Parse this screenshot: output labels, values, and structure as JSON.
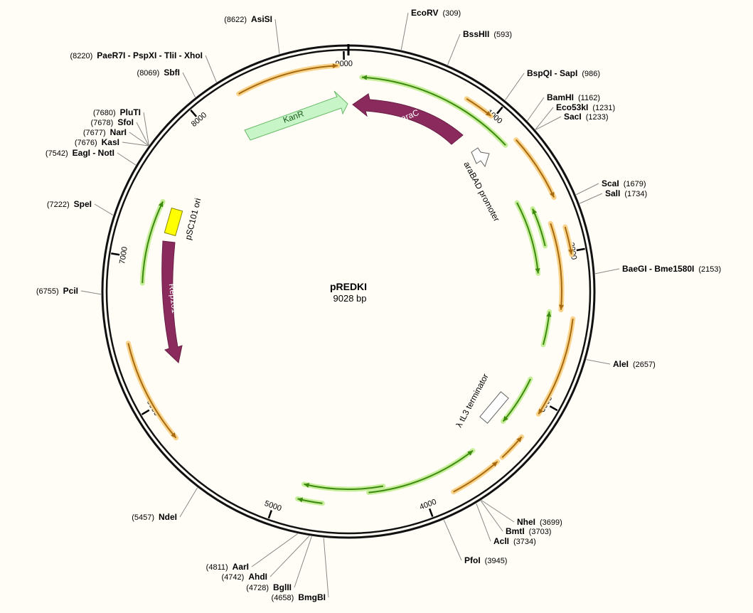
{
  "plasmid": {
    "name": "pREDKI",
    "length_label": "9028 bp",
    "length": 9028
  },
  "ticks": [
    {
      "label": "1000",
      "bp": 1000
    },
    {
      "label": "2000",
      "bp": 2000
    },
    {
      "label": "3000",
      "bp": 3000
    },
    {
      "label": "4000",
      "bp": 4000
    },
    {
      "label": "5000",
      "bp": 5000
    },
    {
      "label": "6000",
      "bp": 6000
    },
    {
      "label": "7000",
      "bp": 7000
    },
    {
      "label": "8000",
      "bp": 8000
    },
    {
      "label": "9000",
      "bp": 9000
    }
  ],
  "sites": [
    {
      "name": "EcoRV",
      "pos": "(309)",
      "bp": 309,
      "side": "right"
    },
    {
      "name": "BssHII",
      "pos": "(593)",
      "bp": 593,
      "side": "right"
    },
    {
      "name": "BspQI - SapI",
      "pos": "(986)",
      "bp": 986,
      "side": "right"
    },
    {
      "name": "BamHI",
      "pos": "(1162)",
      "bp": 1162,
      "side": "right"
    },
    {
      "name": "Eco53kI",
      "pos": "(1231)",
      "bp": 1231,
      "side": "right"
    },
    {
      "name": "SacI",
      "pos": "(1233)",
      "bp": 1233,
      "side": "right"
    },
    {
      "name": "ScaI",
      "pos": "(1679)",
      "bp": 1679,
      "side": "right"
    },
    {
      "name": "SalI",
      "pos": "(1734)",
      "bp": 1734,
      "side": "right"
    },
    {
      "name": "BaeGI - Bme1580I",
      "pos": "(2153)",
      "bp": 2153,
      "side": "right"
    },
    {
      "name": "AleI",
      "pos": "(2657)",
      "bp": 2657,
      "side": "right"
    },
    {
      "name": "NheI",
      "pos": "(3699)",
      "bp": 3699,
      "side": "right"
    },
    {
      "name": "BmtI",
      "pos": "(3703)",
      "bp": 3703,
      "side": "right"
    },
    {
      "name": "AclI",
      "pos": "(3734)",
      "bp": 3734,
      "side": "right"
    },
    {
      "name": "PfoI",
      "pos": "(3945)",
      "bp": 3945,
      "side": "right"
    },
    {
      "name": "BmgBI",
      "pos": "(4658)",
      "bp": 4658,
      "side": "left"
    },
    {
      "name": "BglII",
      "pos": "(4728)",
      "bp": 4728,
      "side": "left"
    },
    {
      "name": "AhdI",
      "pos": "(4742)",
      "bp": 4742,
      "side": "left"
    },
    {
      "name": "AarI",
      "pos": "(4811)",
      "bp": 4811,
      "side": "left"
    },
    {
      "name": "NdeI",
      "pos": "(5457)",
      "bp": 5457,
      "side": "left"
    },
    {
      "name": "PciI",
      "pos": "(6755)",
      "bp": 6755,
      "side": "left"
    },
    {
      "name": "SpeI",
      "pos": "(7222)",
      "bp": 7222,
      "side": "left"
    },
    {
      "name": "EagI - NotI",
      "pos": "(7542)",
      "bp": 7542,
      "side": "left"
    },
    {
      "name": "KasI",
      "pos": "(7676)",
      "bp": 7676,
      "side": "left"
    },
    {
      "name": "NarI",
      "pos": "(7677)",
      "bp": 7677,
      "side": "left"
    },
    {
      "name": "SfoI",
      "pos": "(7678)",
      "bp": 7678,
      "side": "left"
    },
    {
      "name": "PluTI",
      "pos": "(7680)",
      "bp": 7680,
      "side": "left"
    },
    {
      "name": "SbfI",
      "pos": "(8069)",
      "bp": 8069,
      "side": "left"
    },
    {
      "name": "PaeR7I - PspXI - TliI - XhoI",
      "pos": "(8220)",
      "bp": 8220,
      "side": "left"
    },
    {
      "name": "AsiSI",
      "pos": "(8622)",
      "bp": 8622,
      "side": "left"
    }
  ],
  "features": [
    {
      "label": "KanR",
      "type": "resistance"
    },
    {
      "label": "araC",
      "type": "gene"
    },
    {
      "label": "araBAD promoter",
      "type": "promoter"
    },
    {
      "label": "pSC101 ori",
      "type": "origin"
    },
    {
      "label": "Rep101",
      "type": "gene"
    },
    {
      "label": "λ tL3 terminator",
      "type": "terminator"
    }
  ],
  "colors": {
    "backbone": "#111111",
    "orange_arrow": "#f5a623",
    "green_arrow": "#6cc217",
    "gene_fill": "#8b2a5c",
    "resistance_fill": "#c8f5c8",
    "origin_fill": "#ffff00",
    "background": "#fffdf6"
  }
}
